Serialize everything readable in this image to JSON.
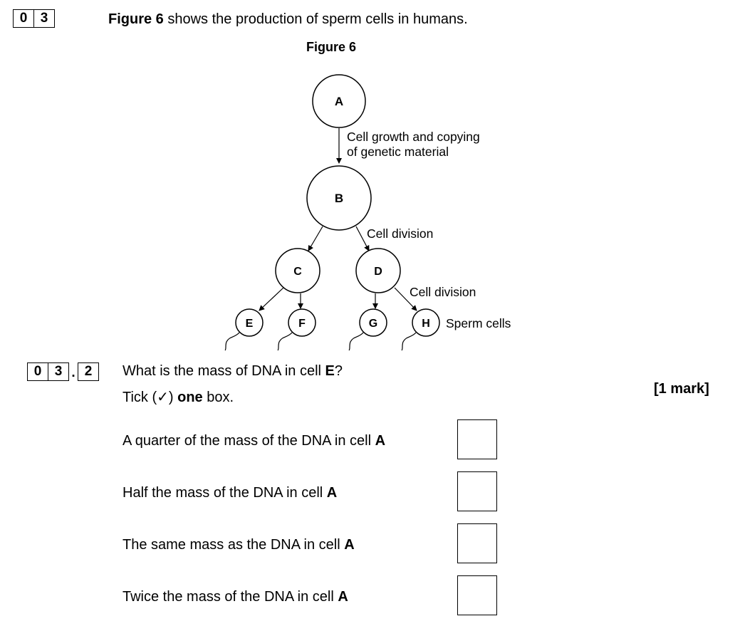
{
  "question_number": [
    "0",
    "3"
  ],
  "intro": {
    "figure_ref": "Figure 6",
    "text": " shows the production of sperm cells in humans."
  },
  "figure": {
    "caption": "Figure 6",
    "cells": {
      "A": "A",
      "B": "B",
      "C": "C",
      "D": "D",
      "E": "E",
      "F": "F",
      "G": "G",
      "H": "H"
    },
    "labels": {
      "growth_line1": "Cell growth and copying",
      "growth_line2": "of genetic material",
      "division1": "Cell division",
      "division2": "Cell division",
      "sperm": "Sperm cells"
    }
  },
  "subquestion": {
    "number": [
      "0",
      "3",
      "2"
    ],
    "dot": ".",
    "question_pre": "What is the mass of DNA in cell ",
    "question_cell": "E",
    "question_post": "?",
    "instruction_pre": "Tick (",
    "tick_symbol": "✓",
    "instruction_mid": ") ",
    "instruction_bold": "one",
    "instruction_post": " box.",
    "marks": "[1 mark]",
    "options": [
      {
        "text": "A quarter of the mass of the DNA in cell ",
        "cell": "A",
        "checked": false
      },
      {
        "text": "Half the mass of the DNA in cell ",
        "cell": "A",
        "checked": false
      },
      {
        "text": "The same mass as the DNA in cell ",
        "cell": "A",
        "checked": false
      },
      {
        "text": "Twice the mass of the DNA in cell ",
        "cell": "A",
        "checked": false
      }
    ]
  }
}
